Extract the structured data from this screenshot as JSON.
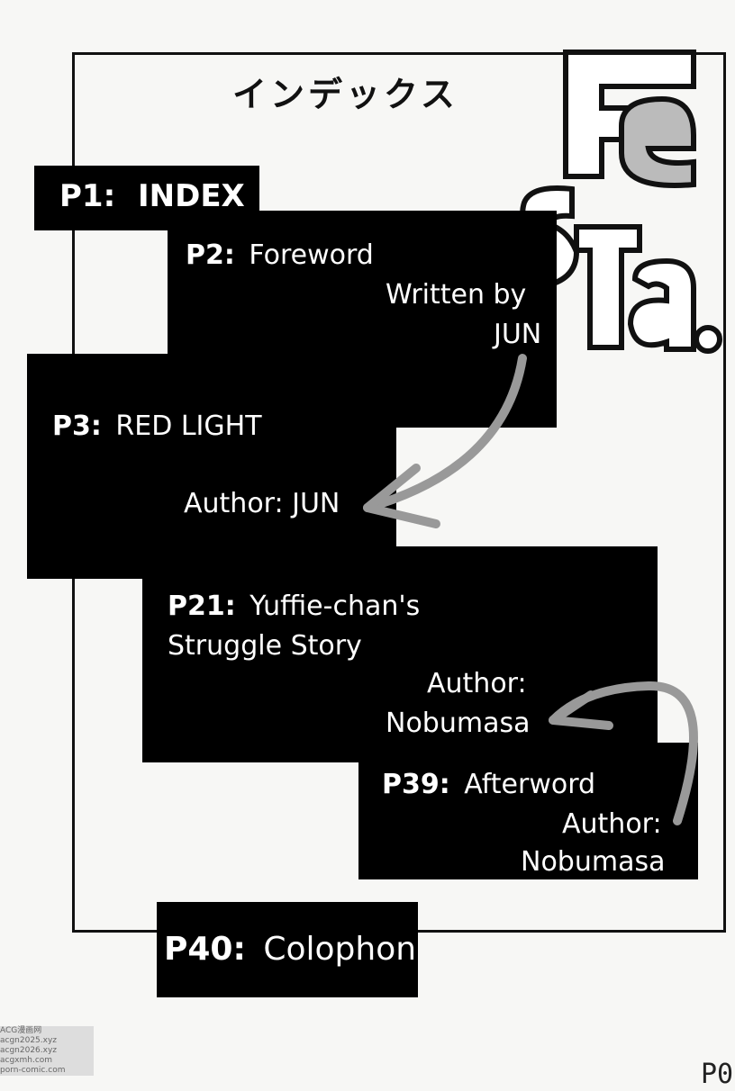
{
  "header": {
    "title": "インデックス"
  },
  "logo": {
    "text": "FeSTa."
  },
  "entries": [
    {
      "page": "P1:",
      "title": "INDEX"
    },
    {
      "page": "P2:",
      "title": "Foreword",
      "credit1": "Written by",
      "credit2": "JUN"
    },
    {
      "page": "P3:",
      "title": "RED LIGHT",
      "credit1": "Author: JUN"
    },
    {
      "page": "P21:",
      "title": "Yuffie-chan's",
      "title2": "Struggle Story",
      "credit1": "Author:",
      "credit2": "Nobumasa"
    },
    {
      "page": "P39:",
      "title": "Afterword",
      "credit1": "Author:",
      "credit2": "Nobumasa"
    },
    {
      "page": "P40:",
      "title": "Colophon"
    }
  ],
  "footer": {
    "page_number": "P0"
  },
  "watermark": [
    "ACG漫画网",
    "acgn2025.xyz",
    "acgn2026.xyz",
    "acgxmh.com",
    "porn-comic.com"
  ]
}
